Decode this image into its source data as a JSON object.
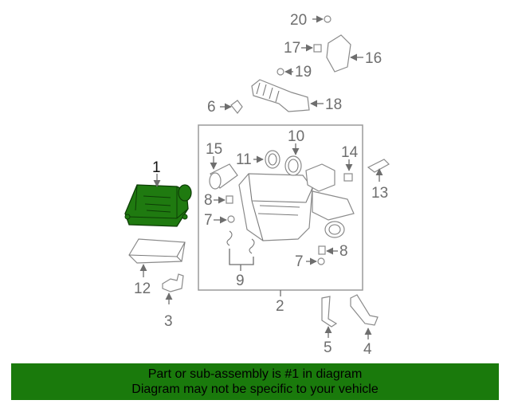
{
  "labels": {
    "p1": "1",
    "p2": "2",
    "p3": "3",
    "p4": "4",
    "p5": "5",
    "p6": "6",
    "p7a": "7",
    "p7b": "7",
    "p8a": "8",
    "p8b": "8",
    "p9": "9",
    "p10": "10",
    "p11": "11",
    "p12": "12",
    "p13": "13",
    "p14": "14",
    "p15": "15",
    "p16": "16",
    "p17": "17",
    "p18": "18",
    "p19": "19",
    "p20": "20"
  },
  "banner": {
    "line1": "Part or sub-assembly is #1 in diagram",
    "line2": "Diagram may not be specific to your vehicle",
    "color": "#1a7a0c"
  },
  "highlight_color": "#1f7a10"
}
